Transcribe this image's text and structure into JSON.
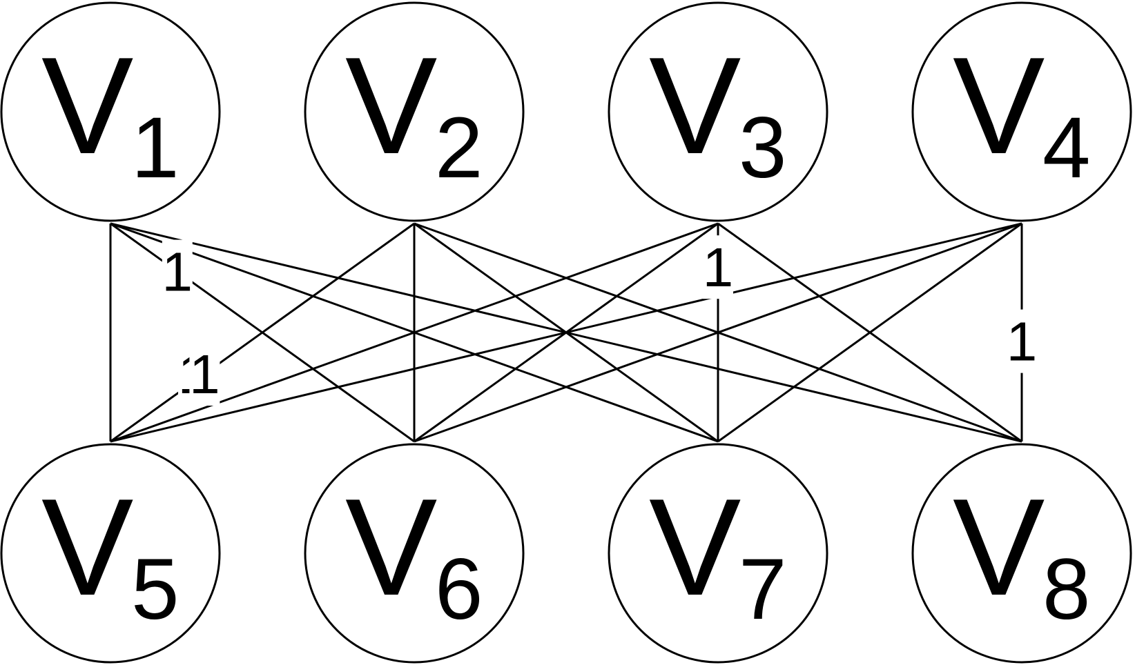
{
  "diagram": {
    "nodes": [
      {
        "id": "v1",
        "letter": "V",
        "subscript": "1",
        "row": "top"
      },
      {
        "id": "v2",
        "letter": "V",
        "subscript": "2",
        "row": "top"
      },
      {
        "id": "v3",
        "letter": "V",
        "subscript": "3",
        "row": "top"
      },
      {
        "id": "v4",
        "letter": "V",
        "subscript": "4",
        "row": "top"
      },
      {
        "id": "v5",
        "letter": "V",
        "subscript": "5",
        "row": "bottom"
      },
      {
        "id": "v6",
        "letter": "V",
        "subscript": "6",
        "row": "bottom"
      },
      {
        "id": "v7",
        "letter": "V",
        "subscript": "7",
        "row": "bottom"
      },
      {
        "id": "v8",
        "letter": "V",
        "subscript": "8",
        "row": "bottom"
      }
    ],
    "edges": [
      {
        "from": "v1",
        "to": "v5",
        "label": "1"
      },
      {
        "from": "v1",
        "to": "v6",
        "label": "1"
      },
      {
        "from": "v1",
        "to": "v7",
        "label": ""
      },
      {
        "from": "v1",
        "to": "v8",
        "label": ""
      },
      {
        "from": "v2",
        "to": "v5",
        "label": "1"
      },
      {
        "from": "v2",
        "to": "v6",
        "label": ""
      },
      {
        "from": "v2",
        "to": "v7",
        "label": ""
      },
      {
        "from": "v2",
        "to": "v8",
        "label": ""
      },
      {
        "from": "v3",
        "to": "v5",
        "label": ""
      },
      {
        "from": "v3",
        "to": "v6",
        "label": ""
      },
      {
        "from": "v3",
        "to": "v7",
        "label": "1"
      },
      {
        "from": "v3",
        "to": "v8",
        "label": ""
      },
      {
        "from": "v4",
        "to": "v5",
        "label": ""
      },
      {
        "from": "v4",
        "to": "v6",
        "label": ""
      },
      {
        "from": "v4",
        "to": "v7",
        "label": ""
      },
      {
        "from": "v4",
        "to": "v8",
        "label": "1"
      }
    ]
  }
}
